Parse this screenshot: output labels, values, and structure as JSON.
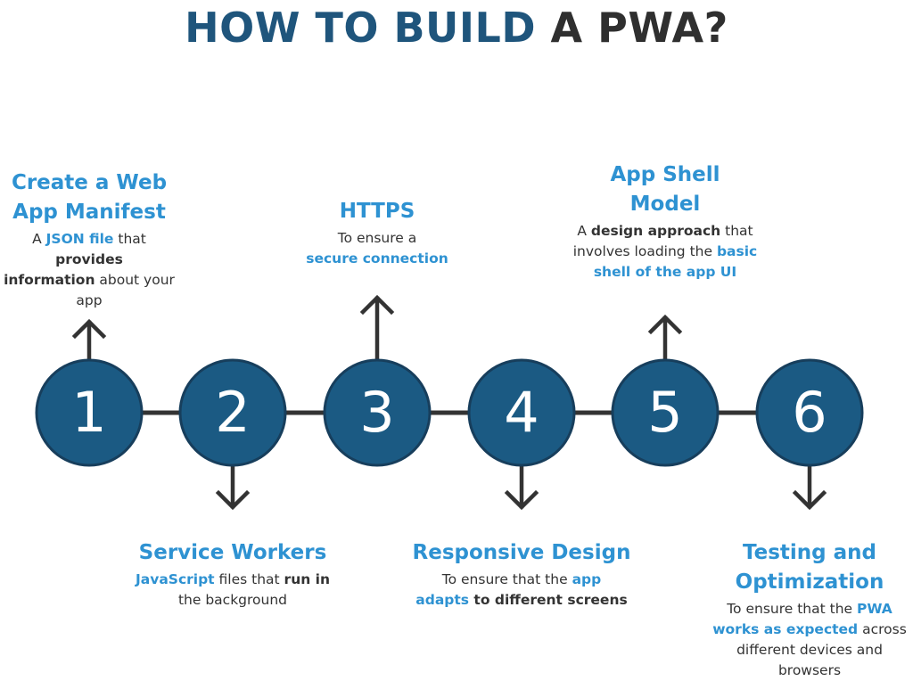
{
  "title": {
    "part1": "HOW TO BUILD",
    "part2": "A PWA?"
  },
  "colors": {
    "circle_fill": "#1b5a83",
    "circle_stroke": "#173e5c",
    "connector": "#333333",
    "heading": "#2e92d2",
    "title_blue": "#1f557c"
  },
  "steps": [
    {
      "number": "1",
      "heading_line1": "Create a Web",
      "heading_line2": "App Manifest",
      "arrow": "up",
      "desc": {
        "p1": "A ",
        "p2": "JSON file",
        "p3": " that ",
        "p4": "provides",
        "p5": "information",
        "p6": " about your",
        "p7": "app"
      }
    },
    {
      "number": "2",
      "heading_line1": "Service Workers",
      "arrow": "down",
      "desc": {
        "p1": "JavaScript",
        "p2": " files that ",
        "p3": "run in",
        "p4": "the background"
      }
    },
    {
      "number": "3",
      "heading_line1": "HTTPS",
      "arrow": "up",
      "desc": {
        "p1": "To ensure a",
        "p2": "secure connection"
      }
    },
    {
      "number": "4",
      "heading_line1": "Responsive Design",
      "arrow": "down",
      "desc": {
        "p1": "To ensure that the ",
        "p2": "app",
        "p3": "adapts",
        "p4": " to different screens"
      }
    },
    {
      "number": "5",
      "heading_line1": "App Shell",
      "heading_line2": "Model",
      "arrow": "up",
      "desc": {
        "p1": "A ",
        "p2": "design approach",
        "p3": " that",
        "p4": "involves loading the ",
        "p5": "basic",
        "p6": "shell of the app UI"
      }
    },
    {
      "number": "6",
      "heading_line1": "Testing and",
      "heading_line2": "Optimization",
      "arrow": "down",
      "desc": {
        "p1": "To ensure that the ",
        "p2": "PWA",
        "p3": "works as expected",
        "p4": " across",
        "p5": "different devices and",
        "p6": "browsers"
      }
    }
  ]
}
